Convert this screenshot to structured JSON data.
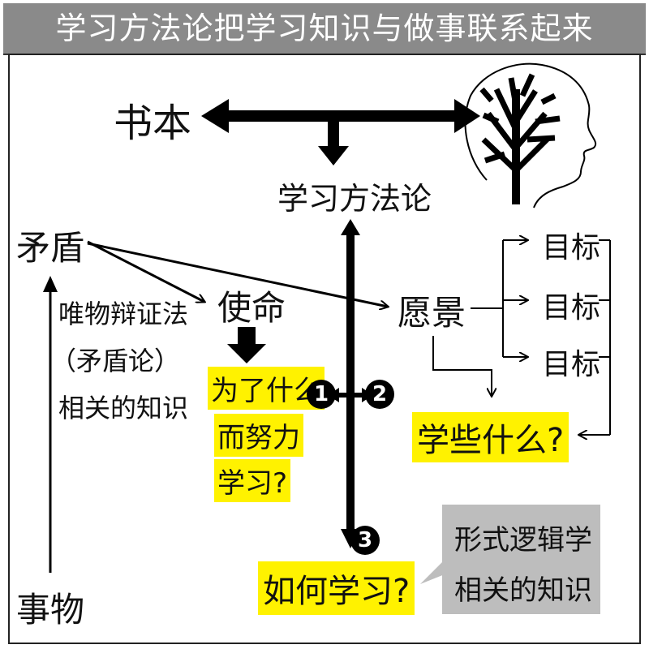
{
  "title": "学习方法论把学习知识与做事联系起来",
  "nodes": {
    "book": "书本",
    "methodology": "学习方法论",
    "contradiction": "矛盾",
    "things": "事物",
    "mission": "使命",
    "vision": "愿景",
    "goal_1": "目标",
    "goal_2": "目标",
    "goal_3": "目标"
  },
  "side_note": {
    "line1": "唯物辩证法",
    "line2": "（矛盾论）",
    "line3": "相关的知识"
  },
  "questions": {
    "why_line1": "为了什么",
    "why_line2": "而努力",
    "why_line3": "学习?",
    "what": "学些什么?",
    "how": "如何学习?"
  },
  "logic_box": {
    "line1": "形式逻辑学",
    "line2": "相关的知识"
  },
  "badges": [
    "1",
    "2",
    "3"
  ],
  "colors": {
    "title_bg": "#8a8a8a",
    "highlight": "#fff200",
    "logic_box_bg": "#bdbdbd",
    "arrow": "#000000"
  },
  "icons": [
    "tree-head-icon"
  ]
}
